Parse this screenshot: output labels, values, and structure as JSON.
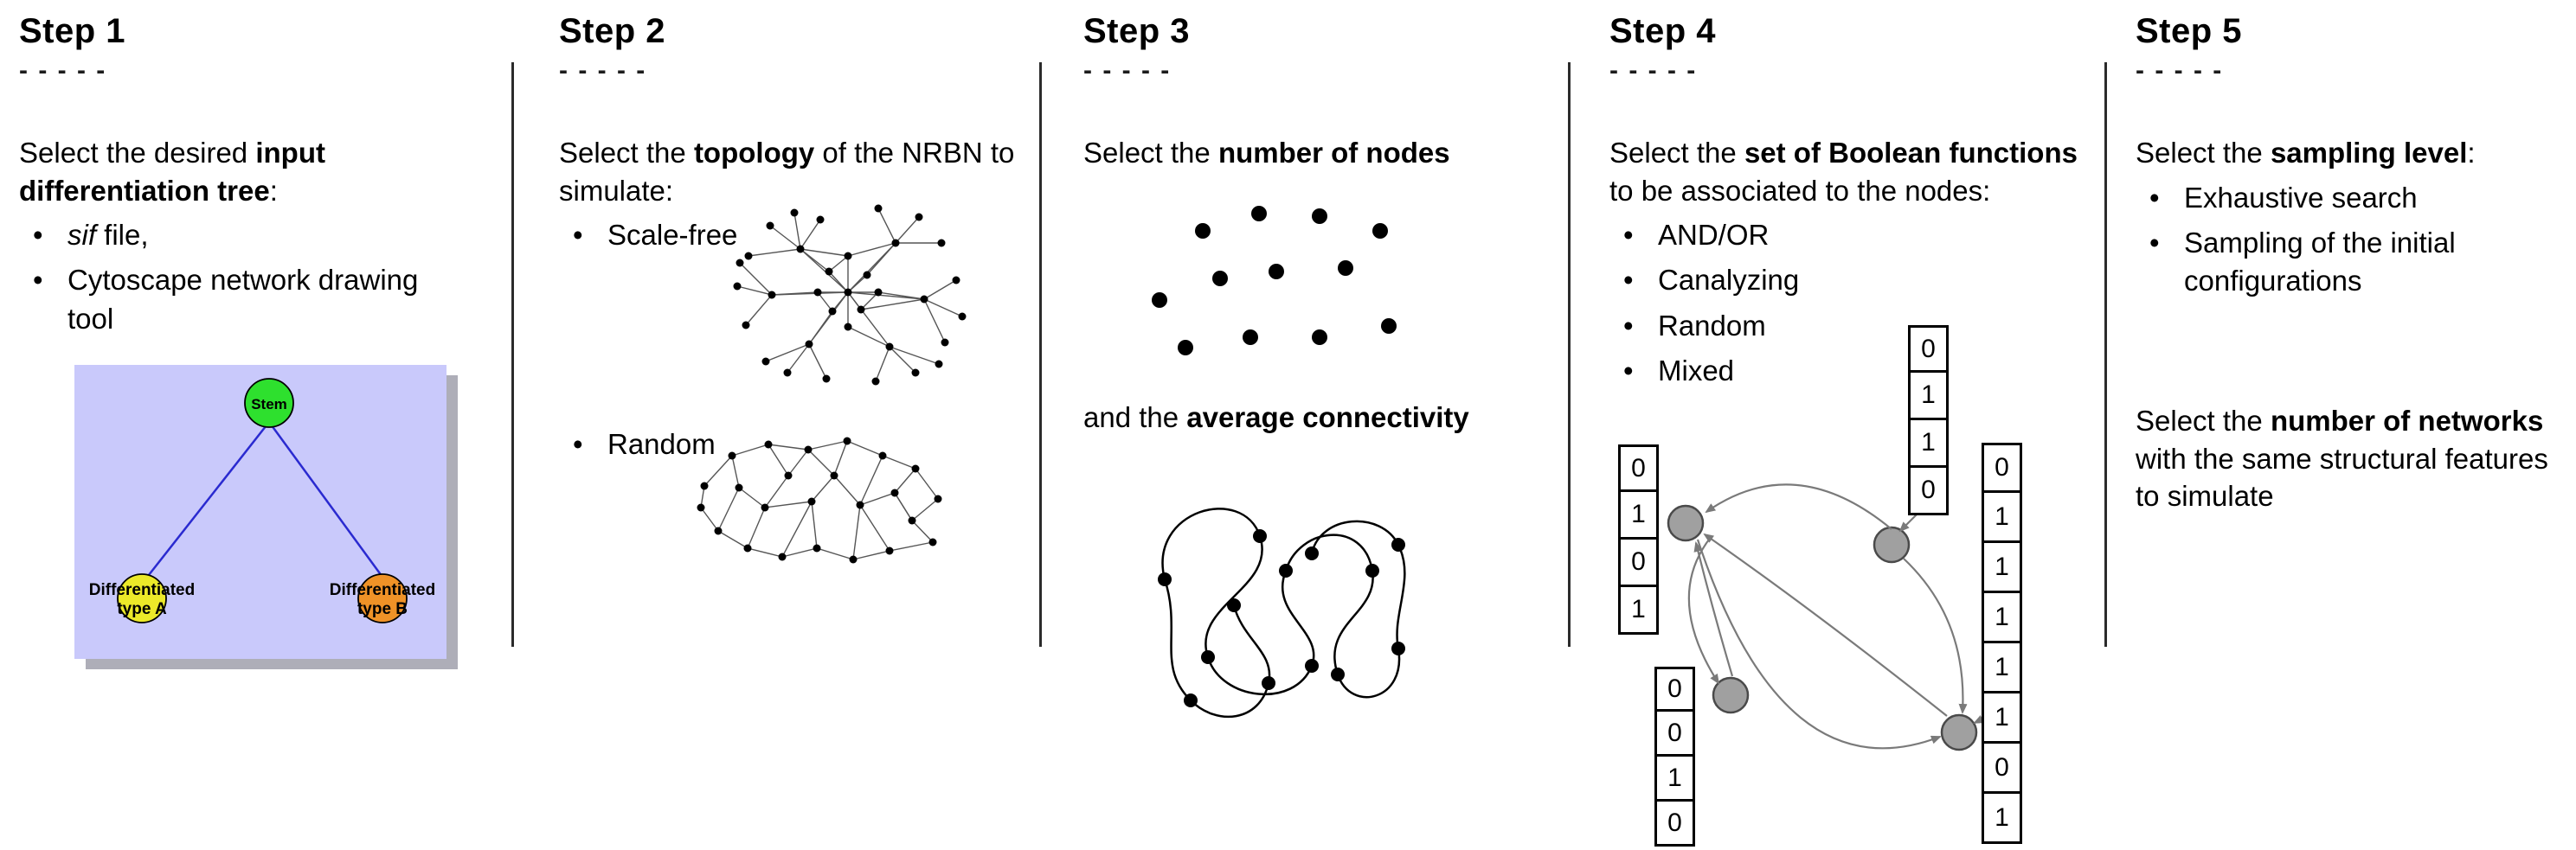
{
  "steps": [
    {
      "title": "Step 1",
      "dashes": "- - - - -",
      "intro": [
        "Select the desired ",
        "input differentiation tree",
        ":"
      ],
      "bullet_sif": {
        "italic": "sif",
        "rest": " file,"
      },
      "bullet_cytoscape": "Cytoscape network drawing tool",
      "figure": {
        "stem_label": "Stem",
        "type_a_line1": "Differentiated",
        "type_a_line2": "type A",
        "type_b_line1": "Differentiated",
        "type_b_line2": "type B",
        "colors": {
          "panel": "#c9c9fb",
          "shadow": "#9a9aa6",
          "edge": "#2a2ad0",
          "stem": "#2ee02e",
          "type_a": "#ece929",
          "type_b": "#ef9227"
        }
      }
    },
    {
      "title": "Step 2",
      "dashes": "- - - - -",
      "intro": [
        "Select the ",
        "topology",
        " of the NRBN to simulate:"
      ],
      "bullets": [
        "Scale-free",
        "Random"
      ]
    },
    {
      "title": "Step 3",
      "dashes": "- - - - -",
      "intro": [
        "Select the ",
        "number of nodes",
        ""
      ],
      "connectivity": [
        "and the ",
        "average connectivity",
        ""
      ]
    },
    {
      "title": "Step 4",
      "dashes": "- - - - -",
      "intro": [
        "Select the ",
        "set of Boolean functions",
        " to be associated to the nodes:"
      ],
      "bullets": [
        "AND/OR",
        "Canalyzing",
        "Random",
        "Mixed"
      ],
      "figure": {
        "node_color": "#a0a0a0",
        "arrow_color": "#7a7a7a",
        "columns": {
          "left": [
            "0",
            "1",
            "0",
            "1"
          ],
          "lower_left": [
            "0",
            "0",
            "1",
            "0"
          ],
          "top": [
            "0",
            "1",
            "1",
            "0"
          ],
          "right": [
            "0",
            "1",
            "1",
            "1",
            "1",
            "1",
            "0",
            "1"
          ]
        }
      }
    },
    {
      "title": "Step 5",
      "dashes": "- - - - -",
      "intro": [
        "Select the ",
        "sampling level",
        ":"
      ],
      "bullets": [
        "Exhaustive search",
        "Sampling of the initial configurations"
      ],
      "networks": [
        "Select the ",
        "number of networks",
        " with the same structural features to simulate"
      ]
    }
  ]
}
